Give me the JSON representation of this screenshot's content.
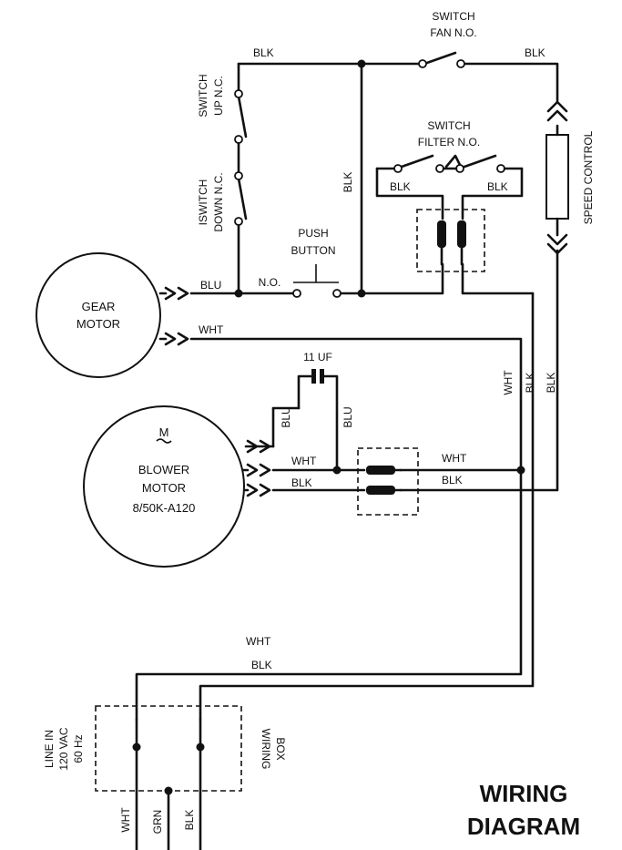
{
  "title": {
    "line1": "WIRING",
    "line2": "DIAGRAM"
  },
  "components": {
    "gear_motor": [
      "GEAR",
      "MOTOR"
    ],
    "blower_motor": {
      "symbol": "M",
      "lines": [
        "BLOWER",
        "MOTOR",
        "8/50K-A120"
      ]
    },
    "switch_fan": [
      "SWITCH",
      "FAN N.O."
    ],
    "switch_filter": [
      "SWITCH",
      "FILTER N.O."
    ],
    "switch_up": [
      "SWITCH",
      "UP N.C."
    ],
    "switch_down": [
      "ISWITCH",
      "DOWN N.C."
    ],
    "push_button": [
      "PUSH",
      "BUTTON"
    ],
    "push_button_state": "N.O.",
    "speed_control": "SPEED CONTROL",
    "capacitor": "11 UF",
    "line_in": [
      "LINE IN",
      "120 VAC",
      "60 Hz"
    ],
    "wiring_box": [
      "WIRING",
      "BOX"
    ]
  },
  "wire_labels": {
    "top_left_blk": "BLK",
    "top_right_blk": "BLK",
    "vertical_blk": "BLK",
    "filter_left_blk": "BLK",
    "filter_right_blk": "BLK",
    "gear_blu": "BLU",
    "gear_wht": "WHT",
    "cap_left_blu": "BLU",
    "cap_right_blu": "BLU",
    "blower_wht": "WHT",
    "blower_blk": "BLK",
    "conn_right_wht": "WHT",
    "conn_right_blk": "BLK",
    "right_wht": "WHT",
    "right_blk1": "BLK",
    "right_blk2": "BLK",
    "bottom_wht": "WHT",
    "bottom_blk": "BLK",
    "bottom_term_wht": "WHT",
    "bottom_term_grn": "GRN",
    "bottom_term_blk": "BLK"
  }
}
